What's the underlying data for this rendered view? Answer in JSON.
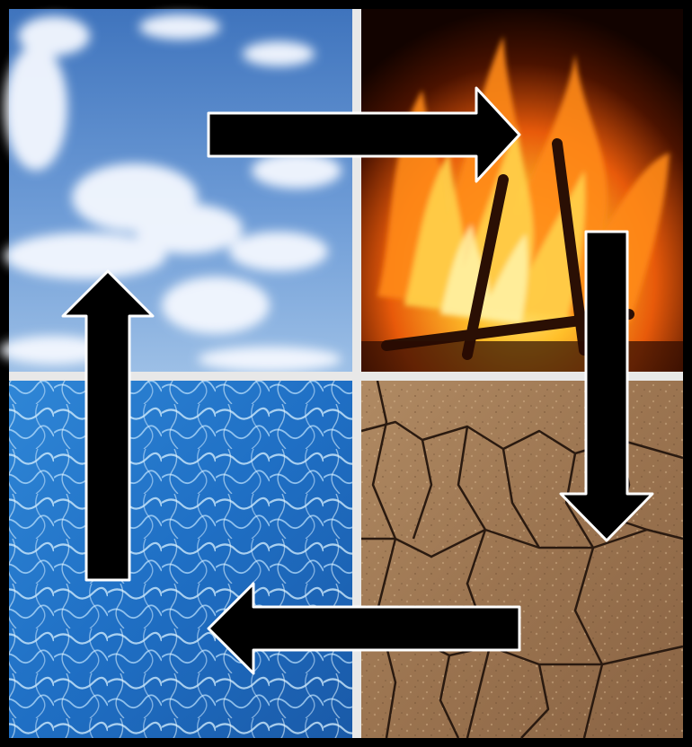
{
  "diagram": {
    "type": "cycle",
    "quadrants": [
      {
        "id": "air",
        "depicts": "sky-with-clouds",
        "colors": {
          "base": "#5f8fd0",
          "light": "#a9c6ec"
        }
      },
      {
        "id": "fire",
        "depicts": "campfire-flames",
        "colors": {
          "base": "#1a0600",
          "flame": "#ff9a1a",
          "core": "#ffe36a"
        }
      },
      {
        "id": "water",
        "depicts": "pool-water",
        "colors": {
          "base": "#1f6fc4",
          "light": "#cfeaff"
        }
      },
      {
        "id": "earth",
        "depicts": "cracked-dry-soil",
        "colors": {
          "base": "#9a6f4a",
          "crack": "#2a1a10"
        }
      }
    ],
    "arrows": [
      {
        "from": "air",
        "to": "fire"
      },
      {
        "from": "fire",
        "to": "earth"
      },
      {
        "from": "earth",
        "to": "water"
      },
      {
        "from": "water",
        "to": "air"
      }
    ],
    "arrow_colors": {
      "fill": "#000000",
      "outline": "#ffffff"
    },
    "divider_color": "#e8e8e8",
    "background_color": "#000000"
  }
}
